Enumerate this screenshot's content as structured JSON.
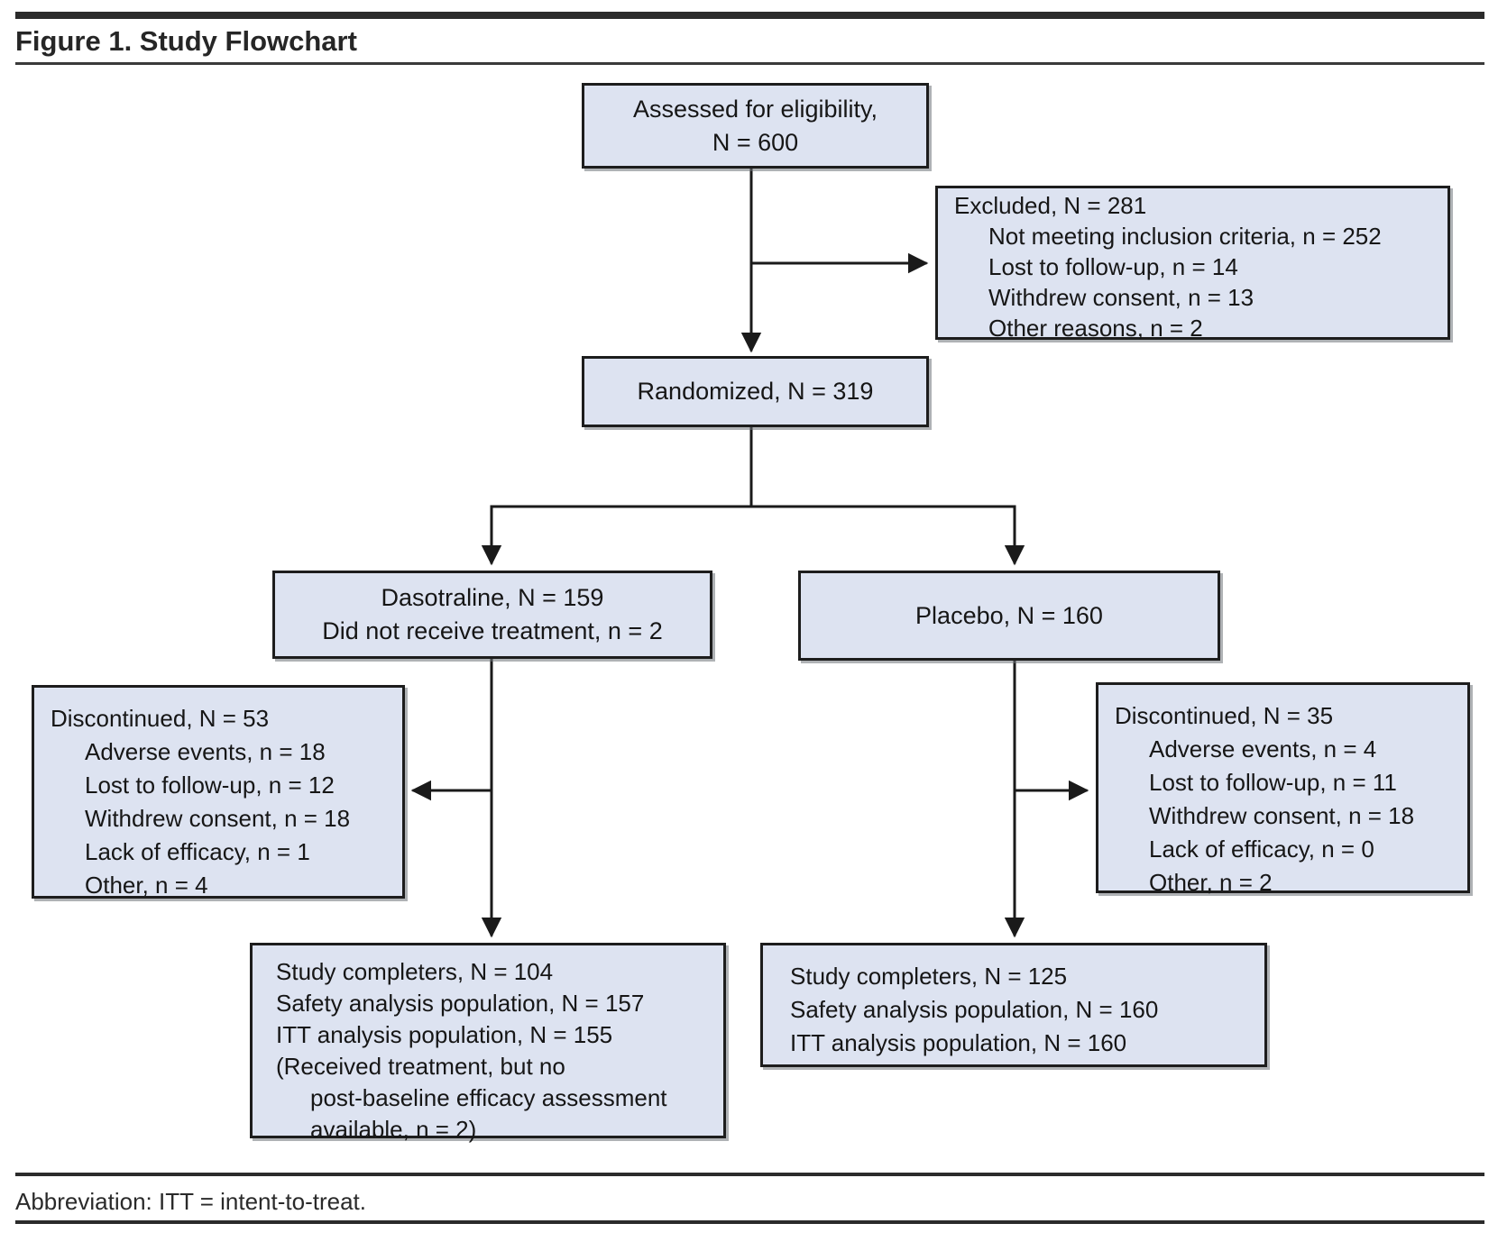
{
  "figure": {
    "title": "Figure 1. Study Flowchart",
    "footnote": "Abbreviation: ITT = intent-to-treat."
  },
  "palette": {
    "box_fill": "#dde3f1",
    "box_border": "#1d1d1d",
    "connector_line": "#1a1a1a",
    "rule_color": "#2b2b2b"
  },
  "flowchart": {
    "assessed": {
      "lines": [
        "Assessed for eligibility,",
        "N = 600"
      ]
    },
    "excluded": {
      "heading": "Excluded, N = 281",
      "items": [
        "Not meeting inclusion criteria, n = 252",
        "Lost to follow-up, n = 14",
        "Withdrew consent, n = 13",
        "Other reasons, n = 2"
      ]
    },
    "randomized": {
      "lines": [
        "Randomized, N = 319"
      ]
    },
    "dasotraline_arm": {
      "lines": [
        "Dasotraline, N = 159",
        "Did not receive treatment, n = 2"
      ]
    },
    "placebo_arm": {
      "lines": [
        "Placebo, N = 160"
      ]
    },
    "discontinued_dasotraline": {
      "heading": "Discontinued, N = 53",
      "items": [
        "Adverse events, n = 18",
        "Lost to follow-up, n = 12",
        "Withdrew consent, n = 18",
        "Lack of efficacy, n = 1",
        "Other, n = 4"
      ]
    },
    "discontinued_placebo": {
      "heading": "Discontinued, N = 35",
      "items": [
        "Adverse events, n = 4",
        "Lost to follow-up, n = 11",
        "Withdrew consent, n = 18",
        "Lack of efficacy, n = 0",
        "Other, n = 2"
      ]
    },
    "completers_dasotraline": {
      "lines": [
        "Study completers, N = 104",
        "Safety analysis population, N = 157",
        "ITT analysis population, N = 155",
        "(Received treatment, but no",
        "post-baseline efficacy assessment",
        "available, n = 2)"
      ]
    },
    "completers_placebo": {
      "lines": [
        "Study completers, N = 125",
        "Safety analysis population, N = 160",
        "ITT analysis population, N = 160"
      ]
    }
  }
}
